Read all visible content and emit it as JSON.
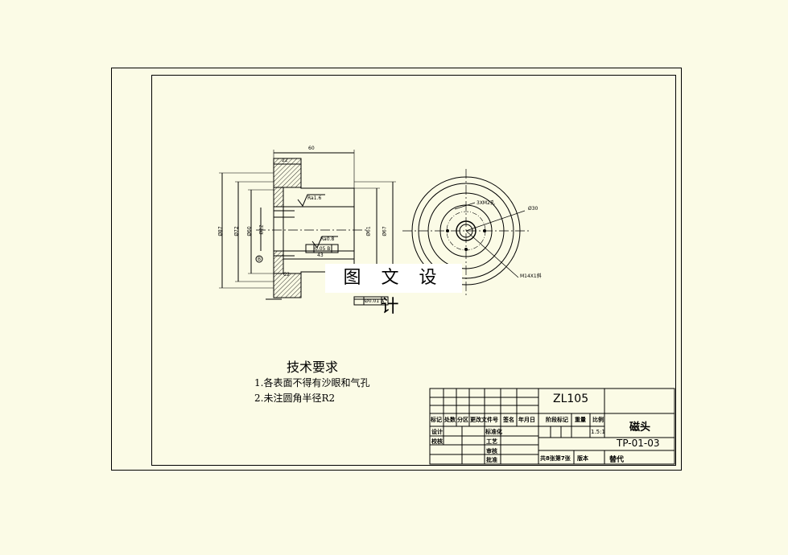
{
  "drawing": {
    "watermark": "图 文 设 计",
    "dimensions": {
      "overall_length": "60",
      "flange_thickness": "22",
      "bore_depth": "43",
      "chamfer": "C2",
      "dia_outer_flange": "Ø87",
      "dia_2": "Ø72",
      "dia_3": "Ø60",
      "dia_small": "Ø22",
      "dia_hub": "Ø61",
      "dia_hub_outer": "Ø67",
      "front_holes": "3XM2孔",
      "front_dia": "Ø30",
      "front_thread": "M14X1斜",
      "roughness_1": "Ra1.6",
      "roughness_2": "Ra0.8",
      "tolerance_1": "0.05 B",
      "tolerance_2": "Ø0.01 A",
      "datum_b": "B",
      "datum_a": "A"
    }
  },
  "tech_requirements": {
    "title": "技术要求",
    "item_1": "1.各表面不得有沙眼和气孔",
    "item_2": "2.未注圆角半径R2"
  },
  "title_block": {
    "project": "ZL105",
    "part_name": "磁头",
    "drawing_no": "TP-01-03",
    "scale_label": "比例",
    "scale_value": "1.5:1",
    "stage_mark": "阶段标记",
    "weight": "重量",
    "col_mark": "标记",
    "col_count": "处数",
    "col_zone": "分区",
    "col_doc": "更改文件号",
    "col_sign": "签名",
    "col_date": "年月日",
    "design": "设计",
    "standardize": "标准化",
    "check": "校核",
    "process": "工艺",
    "review": "审核",
    "approve": "批准",
    "sheets": "共8张第7张",
    "version": "版本",
    "replace": "替代"
  }
}
